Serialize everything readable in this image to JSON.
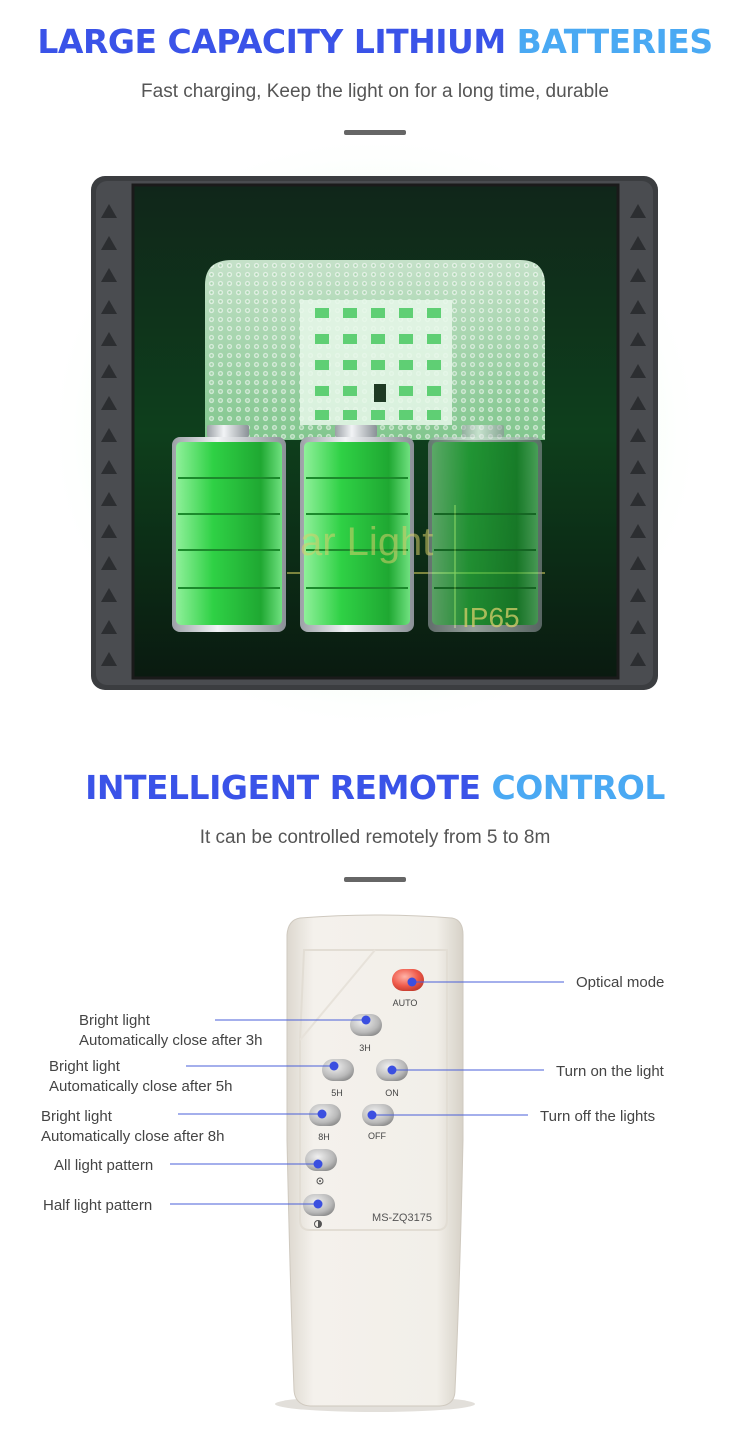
{
  "section1": {
    "title_part1": "LARGE CAPACITY ",
    "title_part2": "LITHIUM ",
    "title_part3": "BATTERIES",
    "subtitle": "Fast charging, Keep the light on for a long time, durable",
    "product_text": "ar Light",
    "rating": "IP65",
    "battery_count": 3
  },
  "section2": {
    "title_part1": "INTELLIGENT ",
    "title_part2": "REMOTE ",
    "title_part3": "CONTROL",
    "subtitle": "It can be controlled remotely from 5 to 8m"
  },
  "remote": {
    "model": "MS-ZQ3175",
    "buttons": {
      "auto": "AUTO",
      "h3": "3H",
      "h5": "5H",
      "on": "ON",
      "h8": "8H",
      "off": "OFF"
    },
    "annotations": {
      "optical_mode": "Optical mode",
      "bright_3h_line1": "Bright light",
      "bright_3h_line2": "Automatically close after 3h",
      "bright_5h_line1": "Bright light",
      "bright_5h_line2": "Automatically close after 5h",
      "turn_on": "Turn on the light",
      "bright_8h_line1": "Bright light",
      "bright_8h_line2": "Automatically close after 8h",
      "turn_off": "Turn off the lights",
      "all_light": "All light pattern",
      "half_light": "Half light pattern"
    }
  },
  "colors": {
    "title_blue": "#3a53e8",
    "title_light_blue": "#4aa9f3",
    "battery_green": "#28c83a",
    "auto_button": "#ef5a4a",
    "pointer_line": "#4a5fd8"
  }
}
